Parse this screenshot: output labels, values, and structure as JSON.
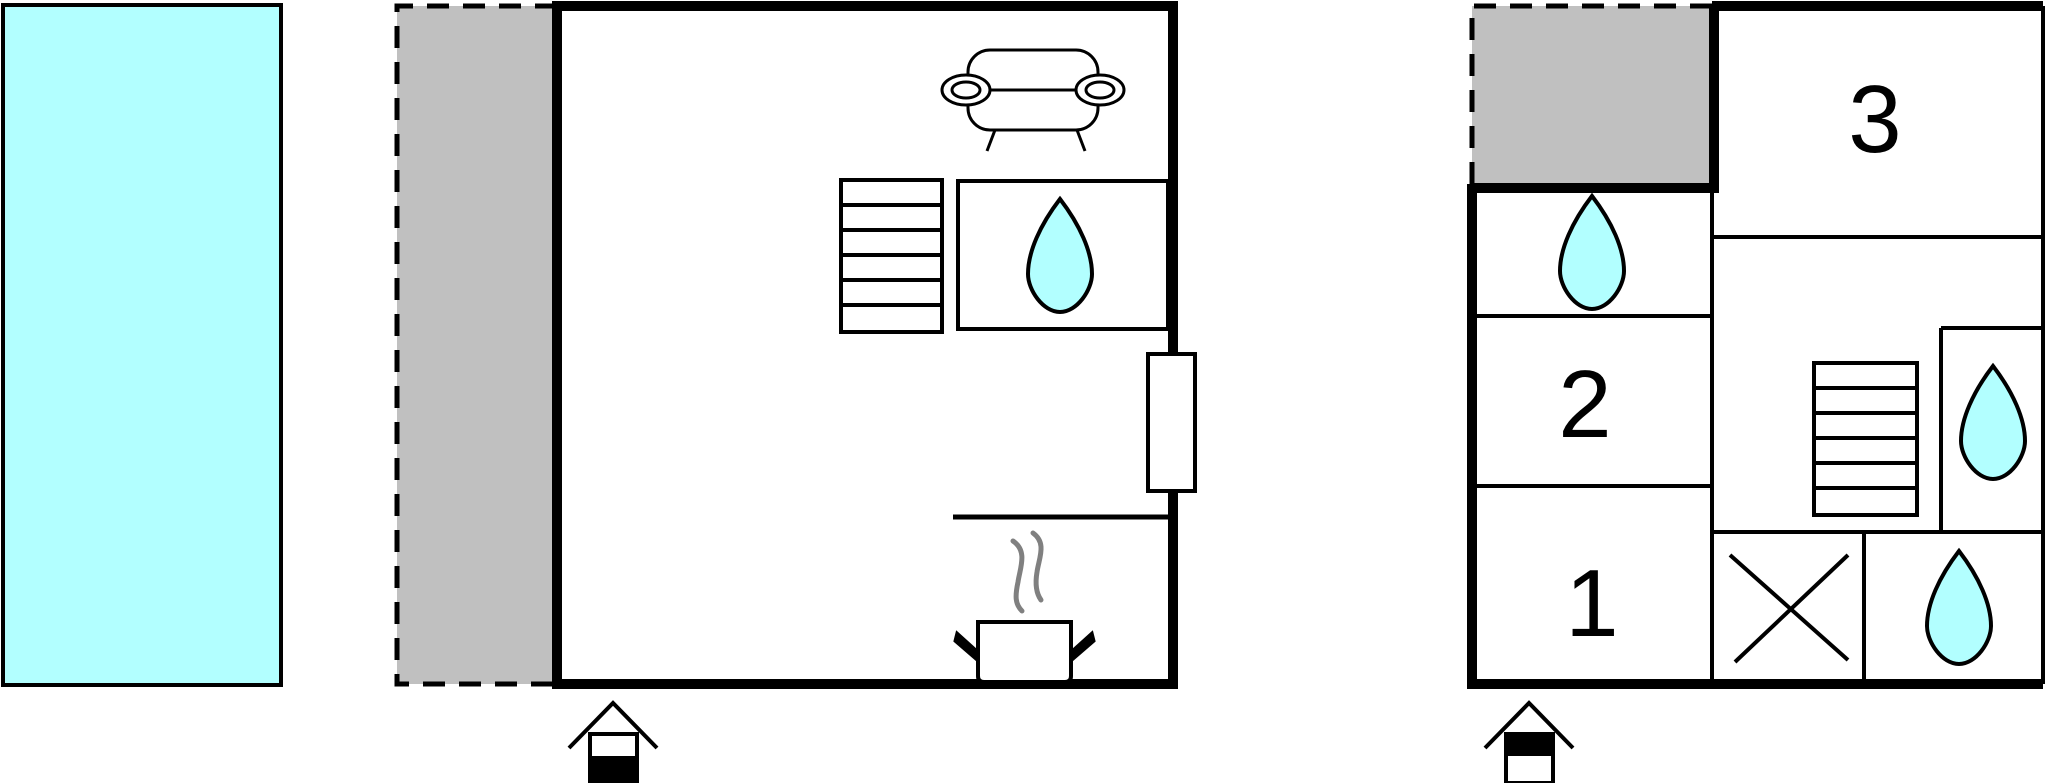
{
  "colors": {
    "wall": "#000000",
    "terrace": "#c0c0c0",
    "pool": "#b2ffff",
    "water": "#b2ffff",
    "steam": "#808080",
    "background": "#ffffff"
  },
  "icons": [
    "pool-area",
    "terrace-area",
    "sofa-icon",
    "radiator-icon",
    "water-drop-icon",
    "cooking-pot-icon",
    "steam-icon",
    "door-icon",
    "entrance-house-icon",
    "cross-icon"
  ],
  "floor2": {
    "rooms": [
      {
        "id": "room-1",
        "number": "1"
      },
      {
        "id": "room-2",
        "number": "2"
      },
      {
        "id": "room-3",
        "number": "3"
      }
    ]
  }
}
